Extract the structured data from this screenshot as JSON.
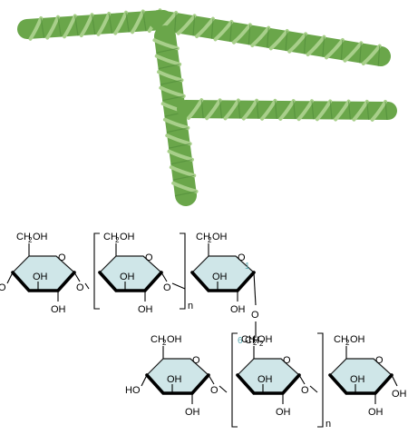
{
  "labels": {
    "ch2oh": "CH",
    "ch2oh_sub": "2",
    "ch2oh_tail": "OH",
    "ch2_main": "CH",
    "ch2_sub": "2",
    "oh": "OH",
    "ho": "HO",
    "o": "O",
    "n": "n",
    "c1": "1",
    "c6": "6"
  },
  "colors": {
    "helix": "#6aa64a",
    "helix_light": "#a8cf8a",
    "helix_dark": "#4f8a38",
    "ring_fill": "#cfe6e8",
    "carbon_number": "#5aa8b0"
  },
  "icons": [
    "amylopectin-helix-illustration",
    "glucose-ring"
  ]
}
